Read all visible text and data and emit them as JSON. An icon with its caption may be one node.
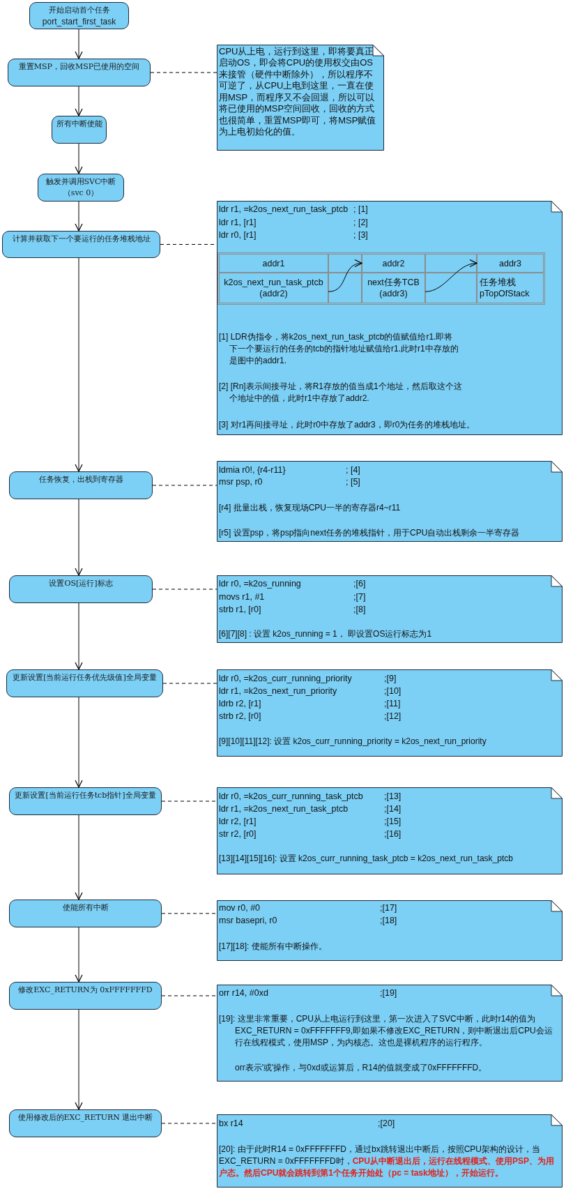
{
  "diagram": {
    "nodes": [
      {
        "text": [
          "开始启动首个任务",
          "port_start_first_task"
        ]
      },
      {
        "text": [
          "重置MSP，回收MSP已使用的空间"
        ]
      },
      {
        "text": [
          "所有中断使能"
        ]
      },
      {
        "text": [
          "触发并调用SVC中断（svc 0）"
        ]
      },
      {
        "text": [
          "计算并获取下一个要运行的任务堆栈地址"
        ]
      },
      {
        "text": [
          "任务恢复，出栈到寄存器"
        ]
      },
      {
        "text": [
          "设置OS[运行]标志"
        ]
      },
      {
        "text": [
          "更新设置[当前运行任务优先级值]全局变量"
        ]
      },
      {
        "text": [
          "更新设置[当前运行任务tcb指针]全局变量"
        ]
      },
      {
        "text": [
          "使能所有中断"
        ]
      },
      {
        "text": [
          "修改EXC_RETURN为 0xFFFFFFFD"
        ]
      },
      {
        "text": [
          "使用修改后的EXC_RETURN 退出中断"
        ]
      },
      {
        "text": [
          "CPU从上电，运行到这里，即将要真正启动OS，即会将CPU的使用权交由OS来接管（硬件中断除外），所以程序不可逆了，从CPU上电到这里，一直在使用MSP，而程序又不会回退，所以可以将已使用的MSP空间回收，回收的方式也很简单，重置MSP即可，将MSP赋值为上电初始化的值。"
        ]
      },
      {
        "text": [
          "ldr r1, =k2os_next_run_task_ptcb",
          "; [1]",
          "ldr r1, [r1]",
          "; [2]",
          "ldr r0, [r1]",
          "; [3]",
          "[1] LDR伪指令，将k2os_next_run_task_ptcb的值赋值给r1.即将下一个要运行的任务的tcb的指针地址赋值给r1.此时r1中存放的是图中的addr1.",
          "[2] [Rn]表示间接寻址，将R1存放的值当成1个地址，然后取这个这个地址中的值，此时r1中存放了addr2.",
          "[3] 对r1再间接寻址，此时r0中存放了addr3，即r0为任务的堆栈地址。"
        ]
      },
      {
        "text": [
          "addr1"
        ],
        "in": 13
      },
      {
        "text": [
          "addr2"
        ],
        "in": 13
      },
      {
        "text": [
          "addr3"
        ],
        "in": 13
      },
      {
        "text": [
          "k2os_next_run_task_ptcb (addr2)"
        ],
        "in": 13
      },
      {
        "text": [
          "next任务TCB (addr3)"
        ],
        "in": 13
      },
      {
        "text": [
          "任务堆栈 pTopOfStack"
        ],
        "in": 13
      },
      {
        "text": [
          "ldmia r0!, {r4-r11}",
          "; [4]",
          "msr psp, r0",
          "; [5]",
          "[r4] 批量出栈，恢复现场CPU一半的寄存器r4~r11",
          "[r5] 设置psp，将psp指向next任务的堆栈指针，用于CPU自动出栈剩余一半寄存器"
        ]
      },
      {
        "text": [
          "ldr r0, =k2os_running",
          ";[6]",
          "movs r1, #1",
          ";[7]",
          "strb r1, [r0]",
          ";[8]",
          "[6][7][8] : 设置 k2os_running = 1， 即设置OS运行标志为1"
        ]
      },
      {
        "text": [
          "ldr r0, =k2os_curr_running_priority",
          ";[9]",
          "ldr r1, =k2os_next_run_priority",
          ";[10]",
          "ldrb r2, [r1]",
          ";[11]",
          "strb r2, [r0]",
          ";[12]",
          "[9][10][11][12]: 设置 k2os_curr_running_priority = k2os_next_run_priority"
        ]
      },
      {
        "text": [
          "ldr r0, =k2os_curr_running_task_ptcb",
          ";[13]",
          "ldr r1, =k2os_next_run_task_ptcb",
          ";[14]",
          "ldr r2, [r1]",
          ";[15]",
          "str r2, [r0]",
          ";[16]",
          "[13][14][15][16]: 设置 k2os_curr_running_task_ptcb = k2os_next_run_task_ptcb"
        ]
      },
      {
        "text": [
          "mov r0, #0",
          ";[17]",
          "msr basepri, r0",
          ";[18]",
          "[17][18]: 使能所有中断操作。"
        ]
      },
      {
        "text": [
          "orr r14, #0xd",
          ";[19]",
          "[19]: 这里非常重要，CPU从上电运行到这里，第一次进入了SVC中断，此时r14的值为EXC_RETURN = 0xFFFFFFF9,即如果不修改EXC_RETURN，则中断退出后CPU会运行在线程模式，使用MSP，为内核态。这也是裸机程序的运行程序。",
          "orr表示'或'操作，与0xd或运算后，R14的值就变成了0xFFFFFFFD。"
        ]
      },
      {
        "text": [
          "bx r14",
          ";[20]",
          "[20]: 由于此时R14 = 0xFFFFFFFD，通过bx跳转退出中断后，按照CPU架构的设计，当EXC_RETURN = 0xFFFFFFFD时，**CPU从中断退出后，运行在线程模式、使用PSP、为用户态。然后CPU就会跳转到第1个任务开始处（pc = task地址），开始运行。**"
        ]
      }
    ],
    "edges": [
      {
        "from": 0,
        "to": 1,
        "arrow": "to"
      },
      {
        "from": 1,
        "to": 2,
        "arrow": "to"
      },
      {
        "from": 2,
        "to": 3,
        "arrow": "to"
      },
      {
        "from": 3,
        "to": 4,
        "arrow": "to"
      },
      {
        "from": 4,
        "to": 5,
        "arrow": "to"
      },
      {
        "from": 5,
        "to": 6,
        "arrow": "to"
      },
      {
        "from": 6,
        "to": 7,
        "arrow": "to"
      },
      {
        "from": 7,
        "to": 8,
        "arrow": "to"
      },
      {
        "from": 8,
        "to": 9,
        "arrow": "to"
      },
      {
        "from": 9,
        "to": 10,
        "arrow": "to"
      },
      {
        "from": 10,
        "to": 11,
        "arrow": "to"
      },
      {
        "from": 1,
        "to": 12,
        "arrow": "none",
        "style": "dashed"
      },
      {
        "from": 4,
        "to": 13,
        "arrow": "none",
        "style": "dashed"
      },
      {
        "from": 5,
        "to": 20,
        "arrow": "none",
        "style": "dashed"
      },
      {
        "from": 6,
        "to": 21,
        "arrow": "none",
        "style": "dashed"
      },
      {
        "from": 7,
        "to": 22,
        "arrow": "none",
        "style": "dashed"
      },
      {
        "from": 8,
        "to": 23,
        "arrow": "none",
        "style": "dashed"
      },
      {
        "from": 9,
        "to": 24,
        "arrow": "none",
        "style": "dashed"
      },
      {
        "from": 10,
        "to": 25,
        "arrow": "none",
        "style": "dashed"
      },
      {
        "from": 11,
        "to": 26,
        "arrow": "none",
        "style": "dashed"
      },
      {
        "from": 17,
        "to": 15,
        "arrow": "to"
      },
      {
        "from": 18,
        "to": 16,
        "arrow": "to"
      }
    ]
  }
}
